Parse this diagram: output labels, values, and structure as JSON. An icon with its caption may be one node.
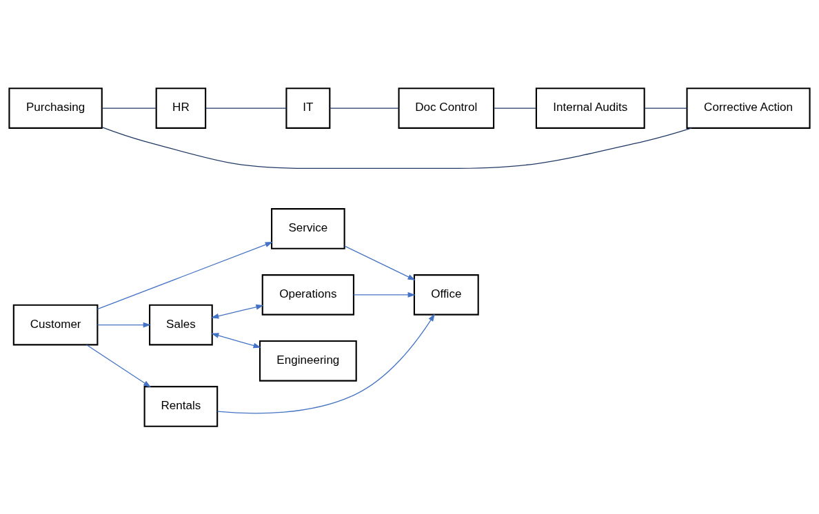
{
  "diagram": {
    "nodes": [
      {
        "text": [
          "Customer"
        ]
      },
      {
        "text": [
          "Service"
        ]
      },
      {
        "text": [
          "Sales"
        ]
      },
      {
        "text": [
          "Rentals"
        ]
      },
      {
        "text": [
          "Operations"
        ]
      },
      {
        "text": [
          "Engineering"
        ]
      },
      {
        "text": [
          "Office"
        ]
      },
      {
        "text": [
          "Purchasing"
        ]
      },
      {
        "text": [
          "HR"
        ]
      },
      {
        "text": [
          "IT"
        ]
      },
      {
        "text": [
          "Doc Control"
        ]
      },
      {
        "text": [
          "Internal Audits"
        ]
      },
      {
        "text": [
          "Corrective Action"
        ]
      }
    ],
    "edges": [
      {
        "from": 0,
        "to": 1,
        "arrow": "to"
      },
      {
        "from": 0,
        "to": 2,
        "arrow": "to"
      },
      {
        "from": 0,
        "to": 3,
        "arrow": "to"
      },
      {
        "from": 2,
        "to": 4,
        "arrow": "both"
      },
      {
        "from": 2,
        "to": 5,
        "arrow": "both"
      },
      {
        "from": 1,
        "to": 6,
        "arrow": "to"
      },
      {
        "from": 4,
        "to": 6,
        "arrow": "to"
      },
      {
        "from": 3,
        "to": 6,
        "arrow": "to"
      },
      {
        "from": 7,
        "to": 8,
        "arrow": "none",
        "color": "#203864"
      },
      {
        "from": 8,
        "to": 9,
        "arrow": "none",
        "color": "#203864"
      },
      {
        "from": 9,
        "to": 10,
        "arrow": "none",
        "color": "#203864"
      },
      {
        "from": 10,
        "to": 11,
        "arrow": "none",
        "color": "#203864"
      },
      {
        "from": 11,
        "to": 12,
        "arrow": "none",
        "color": "#203864"
      },
      {
        "from": 12,
        "to": 7,
        "arrow": "none",
        "color": "#203864"
      }
    ]
  }
}
